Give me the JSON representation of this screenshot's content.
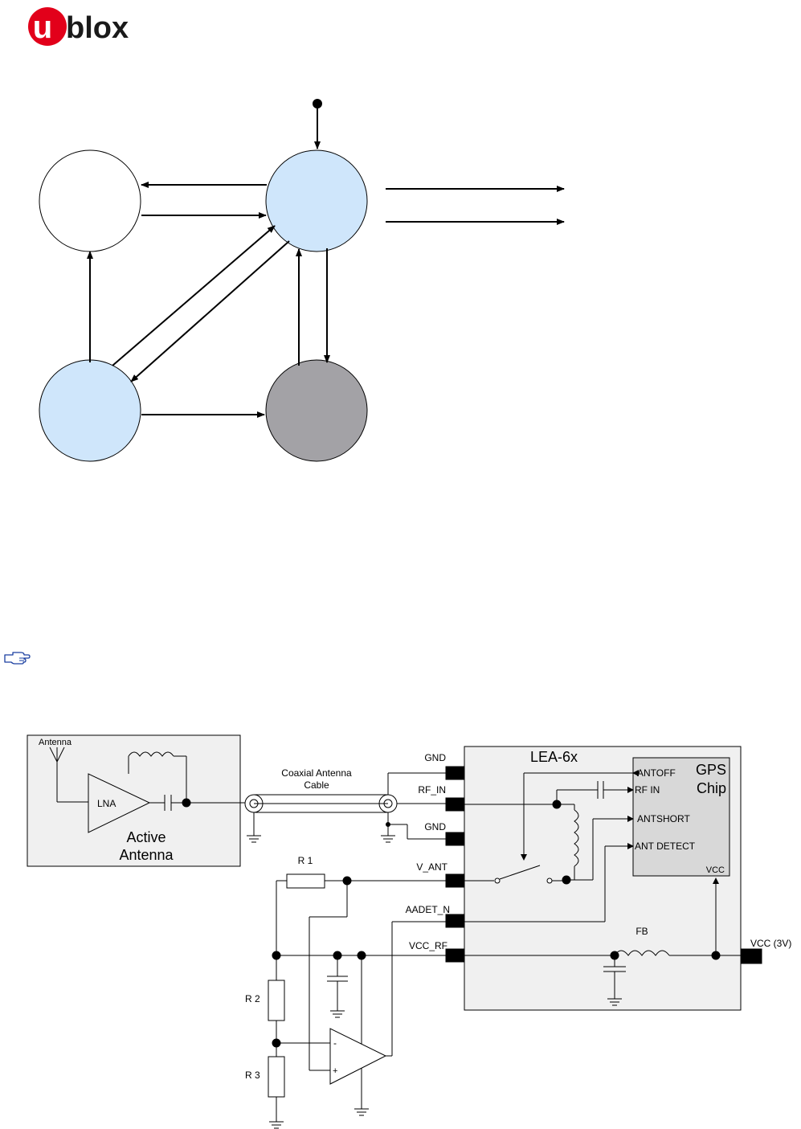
{
  "logo": {
    "letter": "u",
    "word": "blox",
    "brand_red": "#E2001A",
    "text_color": "#1a1a1a"
  },
  "note_icon": "pointing-hand-icon",
  "state_diagram": {
    "node_colors": {
      "top_left": "#ffffff",
      "top_center": "#cfe6fb",
      "bottom_left": "#cfe6fb",
      "bottom_center": "#a3a2a6"
    }
  },
  "circuit": {
    "active_antenna": {
      "antenna_label": "Antenna",
      "lna_label": "LNA",
      "title_line1": "Active",
      "title_line2": "Antenna"
    },
    "cable_line1": "Coaxial Antenna",
    "cable_line2": "Cable",
    "module": {
      "title": "LEA-6x",
      "pins": [
        "GND",
        "RF_IN",
        "GND",
        "V_ANT",
        "AADET_N",
        "VCC_RF"
      ],
      "gps_chip_line1": "GPS",
      "gps_chip_line2": "Chip",
      "chip_pins": [
        "ANTOFF",
        "RF IN",
        "ANTSHORT",
        "ANT DETECT"
      ],
      "chip_vcc": "VCC",
      "ferrite_label": "FB",
      "vcc_out": "VCC (3V)"
    },
    "resistors": [
      "R 1",
      "R 2",
      "R 3"
    ],
    "opamp_minus": "-",
    "opamp_plus": "+",
    "box_fill": "#f0f0f0",
    "chip_fill": "#d8d8d8"
  }
}
